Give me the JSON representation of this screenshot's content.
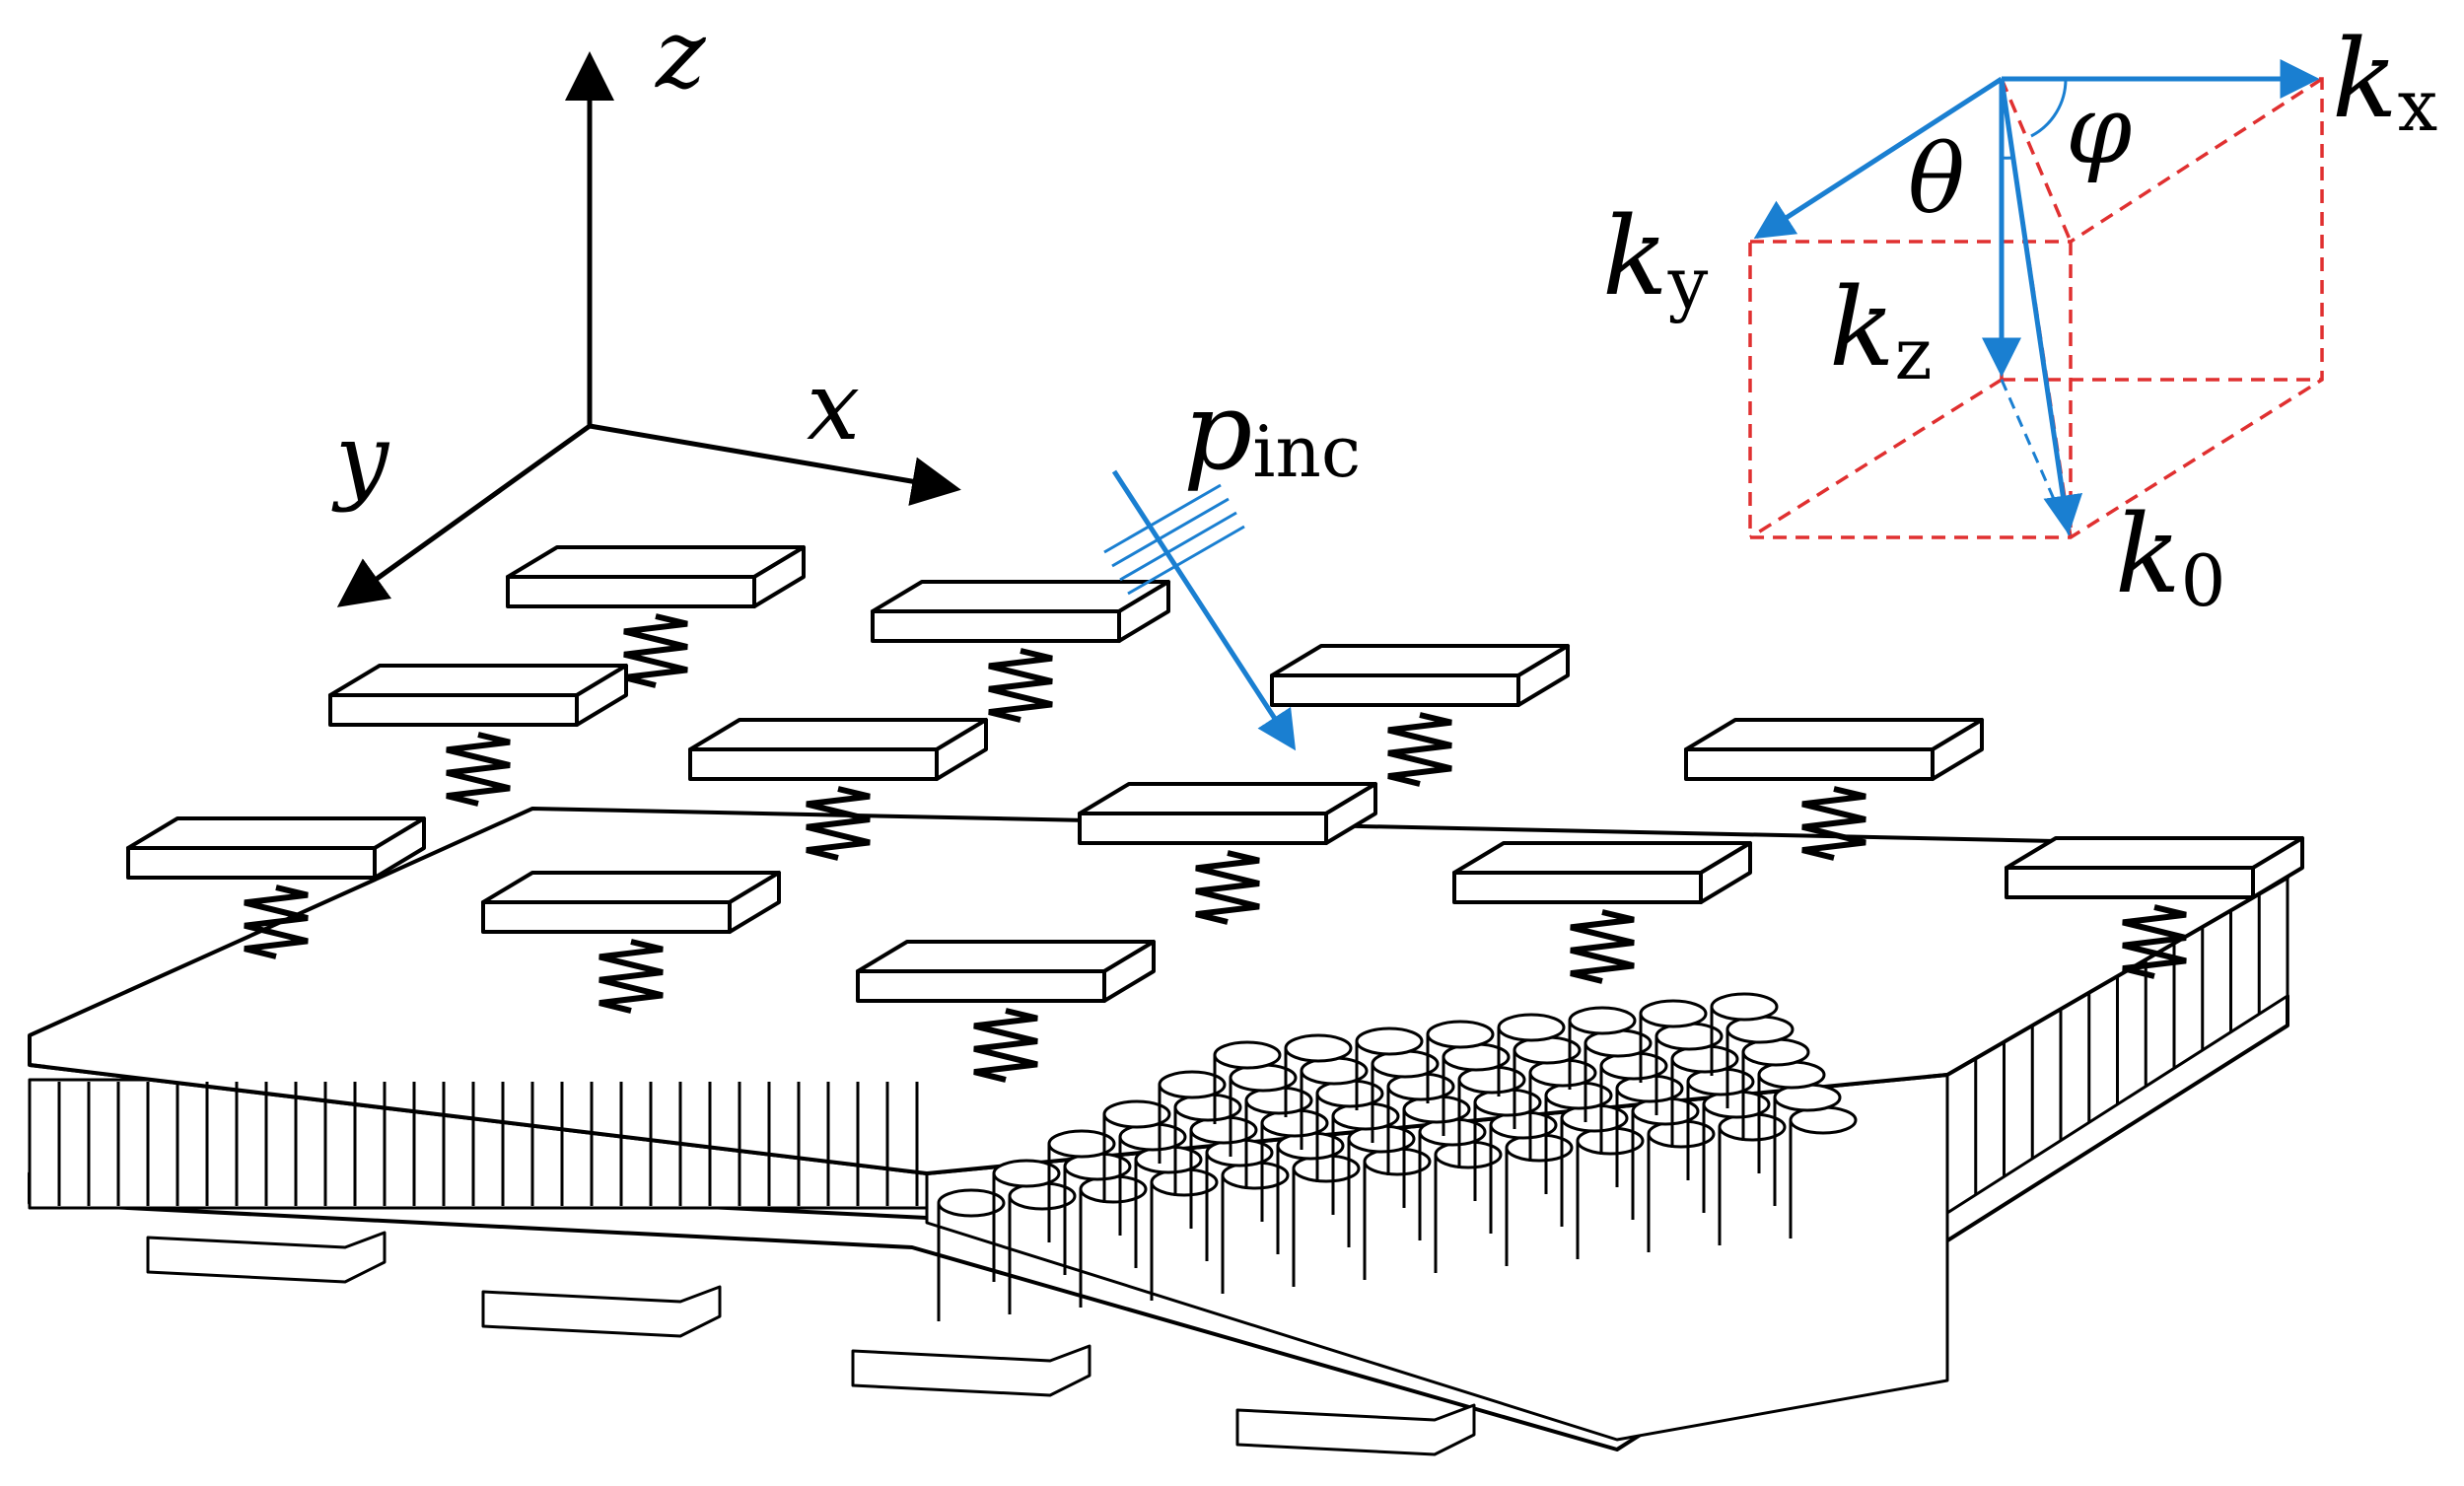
{
  "figure": {
    "axes": {
      "z": "z",
      "x": "x",
      "y": "y"
    },
    "incident_wave": {
      "symbol": "p",
      "subscript": "inc"
    },
    "wavevector": {
      "kx": {
        "symbol": "k",
        "subscript": "x"
      },
      "ky": {
        "symbol": "k",
        "subscript": "y"
      },
      "kz": {
        "symbol": "k",
        "subscript": "z"
      },
      "k0": {
        "symbol": "k",
        "subscript": "0"
      },
      "theta": "θ",
      "phi": "φ"
    },
    "colors": {
      "wave_vectors": "#1a7fd1",
      "projection_box": "#e03030",
      "structure": "#000000"
    }
  }
}
